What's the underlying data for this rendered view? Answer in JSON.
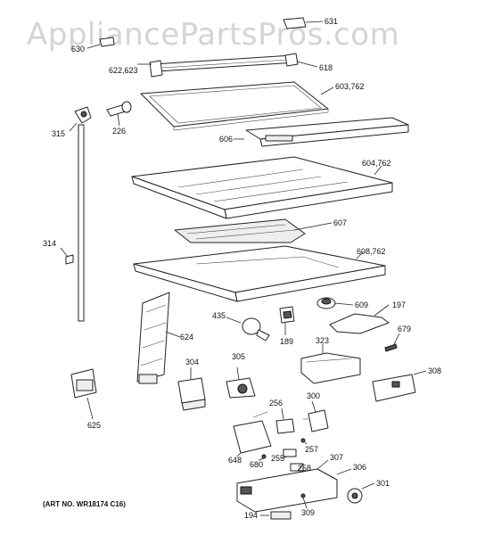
{
  "watermark": "AppliancePartsPros.com",
  "art_number": "(ART NO. WR18174 C16)",
  "callouts": {
    "c631": "631",
    "c630": "630",
    "c622": "622,623",
    "c618": "618",
    "c603": "603,762",
    "c315": "315",
    "c226": "226",
    "c606": "606",
    "c604": "604,762",
    "c314": "314",
    "c607": "607",
    "c608": "608,762",
    "c435": "435",
    "c609": "609",
    "c197": "197",
    "c624": "624",
    "c189": "189",
    "c323": "323",
    "c679": "679",
    "c304": "304",
    "c305": "305",
    "c308": "308",
    "c625": "625",
    "c256": "256",
    "c300": "300",
    "c257": "257",
    "c648": "648",
    "c680": "680",
    "c255": "255",
    "c258": "258",
    "c307": "307",
    "c306": "306",
    "c301": "301",
    "c194": "194",
    "c309": "309"
  }
}
